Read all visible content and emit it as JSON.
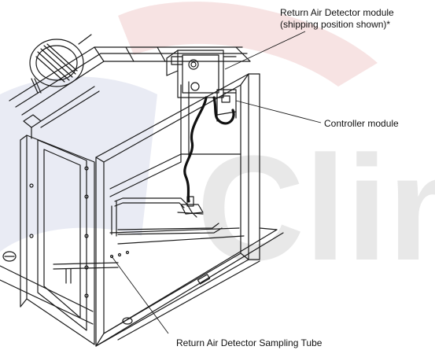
{
  "watermark": {
    "text": "Clima",
    "colors": {
      "red": "#f0cccc",
      "blue": "#d3d8ea",
      "gray": "#e3e3e3"
    }
  },
  "callouts": {
    "return_air_detector_module": {
      "line1": "Return Air Detector module",
      "line2": "(shipping position shown)*"
    },
    "controller_module": {
      "text": "Controller module"
    },
    "sampling_tube": {
      "text": "Return Air Detector Sampling Tube"
    }
  },
  "colors": {
    "line": "#1a1a1a",
    "cable": "#111111",
    "label": "#111111"
  }
}
